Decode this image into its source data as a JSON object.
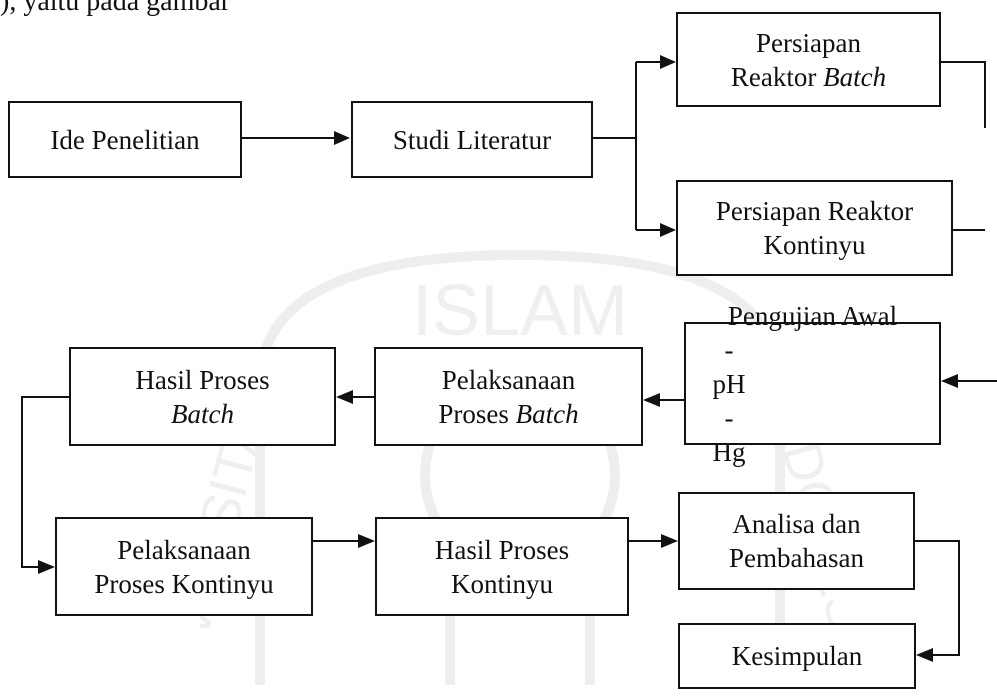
{
  "intro_text": "), yaitu pada gambar",
  "watermark": {
    "text": "ISLAM",
    "side_text_left": "VERSITAS",
    "side_text_right": "INDONES"
  },
  "nodes": {
    "ide_penelitian": "Ide Penelitian",
    "studi_literatur": "Studi Literatur",
    "persiapan_batch": {
      "line1": "Persiapan",
      "line2": "Reaktor",
      "line2_italic": "Batch"
    },
    "persiapan_kontinyu": {
      "line1": "Persiapan Reaktor",
      "line2": "Kontinyu"
    },
    "pengujian_awal": {
      "title": "Pengujian Awal",
      "items": [
        {
          "dash": "-",
          "label": "pH"
        },
        {
          "dash": "-",
          "label": "Hg"
        }
      ]
    },
    "pelaksanaan_batch": {
      "line1": "Pelaksanaan",
      "line2": "Proses",
      "line2_italic": "Batch"
    },
    "hasil_batch": {
      "line1": "Hasil Proses",
      "line2_italic": "Batch"
    },
    "pelaksanaan_kontinyu": {
      "line1": "Pelaksanaan",
      "line2": "Proses Kontinyu"
    },
    "hasil_kontinyu": {
      "line1": "Hasil Proses",
      "line2": "Kontinyu"
    },
    "analisa": {
      "line1": "Analisa dan",
      "line2": "Pembahasan"
    },
    "kesimpulan": "Kesimpulan"
  }
}
